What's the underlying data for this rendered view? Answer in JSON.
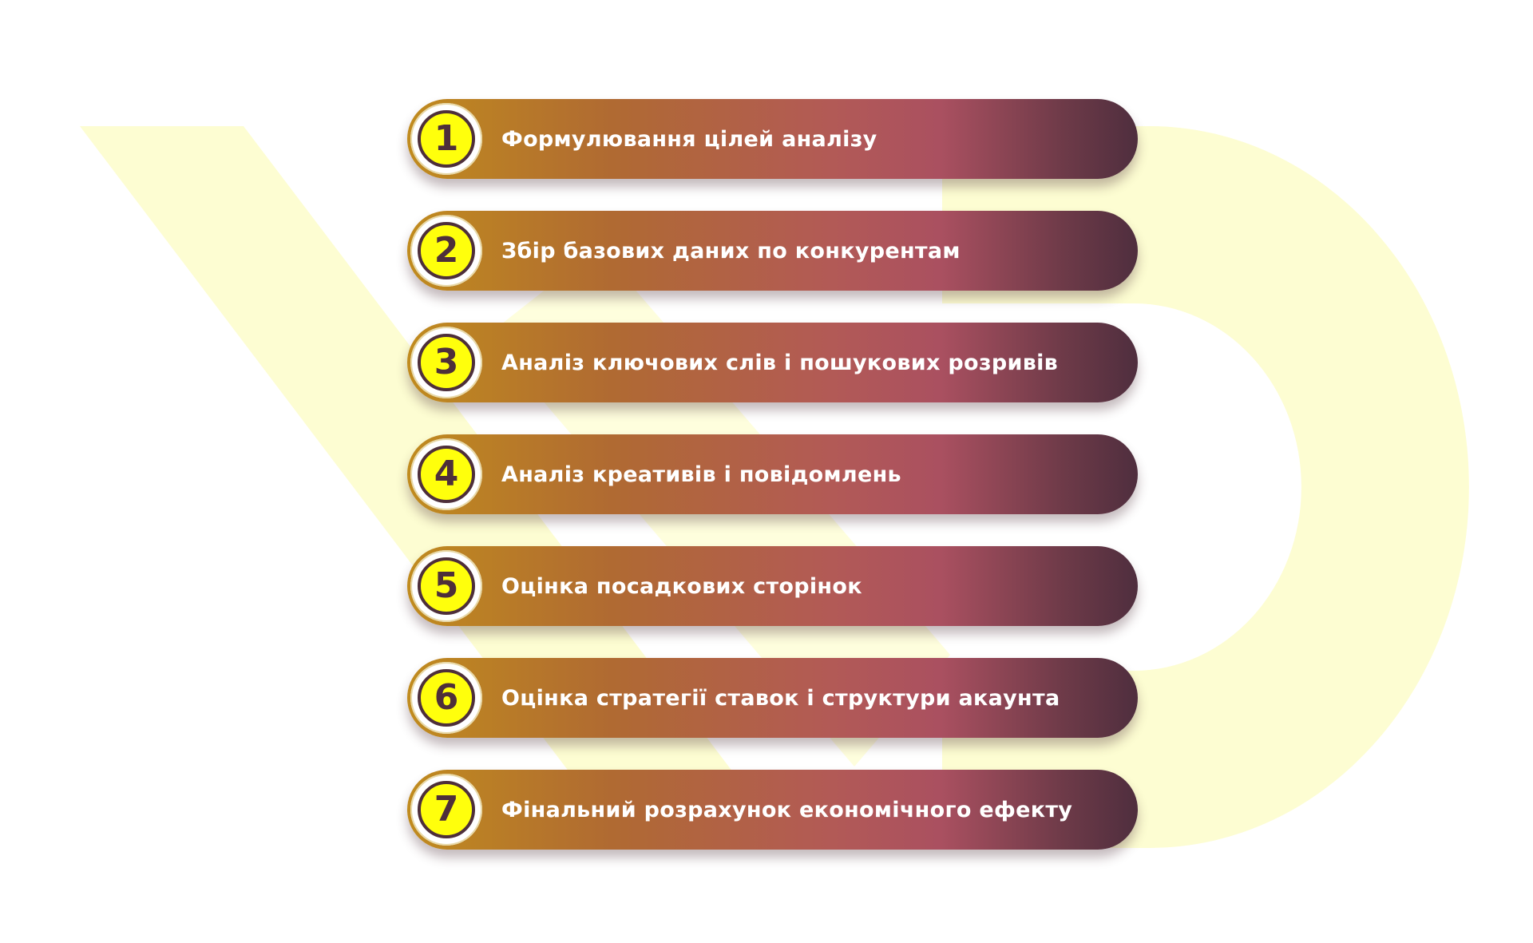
{
  "colors": {
    "background": "#ffffff",
    "watermark": "#fdfdd2",
    "gradient_start": "#c08b1e",
    "gradient_mid": "#b25a56",
    "gradient_end": "#4f2e3e",
    "badge_fill": "#ffff0c",
    "badge_ring": "#4e2f3a",
    "text": "#ffffff"
  },
  "steps": [
    {
      "number": "1",
      "label": "Формулювання цілей аналізу"
    },
    {
      "number": "2",
      "label": "Збір базових даних по конкурентам"
    },
    {
      "number": "3",
      "label": "Аналіз ключових слів і пошукових розривів"
    },
    {
      "number": "4",
      "label": "Аналіз креативів і повідомлень"
    },
    {
      "number": "5",
      "label": "Оцінка посадкових сторінок"
    },
    {
      "number": "6",
      "label": "Оцінка стратегії ставок і структури акаунта"
    },
    {
      "number": "7",
      "label": "Фінальний розрахунок економічного ефекту"
    }
  ]
}
